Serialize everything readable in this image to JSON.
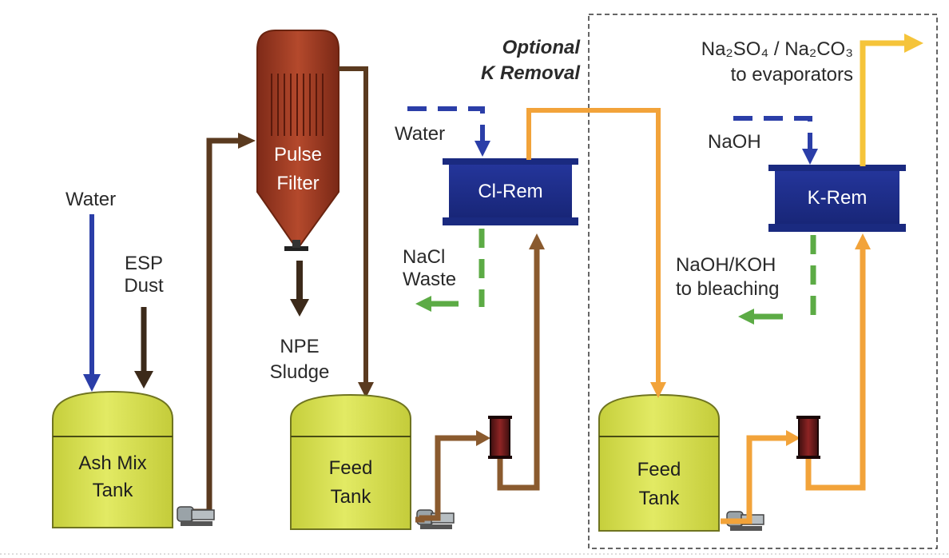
{
  "colors": {
    "water_blue": "#2b3ea8",
    "brown": "#5a3a1f",
    "orange": "#f2a33a",
    "green": "#5cab45",
    "tank_yellow": "#dbe354",
    "filter_red": "#9c3a24",
    "rem_blue": "#1f2f8c"
  },
  "labels": {
    "water_left": "Water",
    "esp_dust_line1": "ESP",
    "esp_dust_line2": "Dust",
    "pulse_filter_line1": "Pulse",
    "pulse_filter_line2": "Filter",
    "npe_sludge_line1": "NPE",
    "npe_sludge_line2": "Sludge",
    "ash_mix_tank_line1": "Ash Mix",
    "ash_mix_tank_line2": "Tank",
    "feed_tank_1_line1": "Feed",
    "feed_tank_1_line2": "Tank",
    "feed_tank_2_line1": "Feed",
    "feed_tank_2_line2": "Tank",
    "optional_line1": "Optional",
    "optional_line2": "K Removal",
    "water_mid": "Water",
    "cl_rem": "Cl-Rem",
    "k_rem": "K-Rem",
    "nacl_waste_line1": "NaCl",
    "nacl_waste_line2": "Waste",
    "naoh": "NaOH",
    "naoh_koh_line1": "NaOH/KOH",
    "naoh_koh_line2": "to bleaching",
    "na2so4_na2co3": "Na₂SO₄ / Na₂CO₃",
    "to_evaporators": "to evaporators"
  }
}
